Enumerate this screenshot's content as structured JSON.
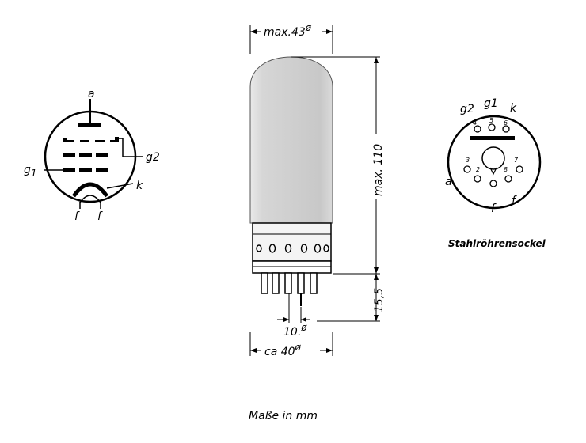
{
  "symbol": {
    "anode": "a",
    "grid1": "g",
    "grid1_sub": "1",
    "grid2": "g2",
    "cathode": "k",
    "heater_left": "f",
    "heater_right": "f"
  },
  "tube": {
    "max_diameter": "max.43",
    "max_length": "max. 110",
    "base_height": "15,5",
    "pin_circle": "10.",
    "base_diameter": "ca 40",
    "diameter_mark": "ø"
  },
  "socket": {
    "grid2": "g2",
    "grid1": "g1",
    "cathode": "k",
    "anode": "a",
    "heater_left": "f",
    "heater_right": "f",
    "pins": [
      "1",
      "2",
      "3",
      "4",
      "5",
      "6",
      "7",
      "8"
    ],
    "caption": "Stahlröhrensockel"
  },
  "footer": "Maße in mm"
}
